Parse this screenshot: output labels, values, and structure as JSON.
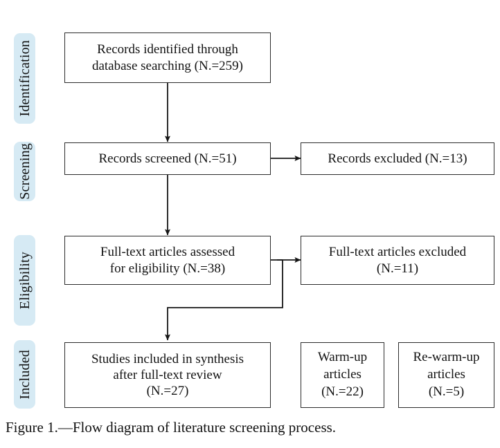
{
  "figure": {
    "caption": "Figure 1.—Flow diagram of literature screening process.",
    "accent_color": "#d6eaf4",
    "box_border_color": "#2b2b2b",
    "text_color": "#121212",
    "background_color": "#ffffff"
  },
  "phases": [
    {
      "id": "identification",
      "label": "Identification"
    },
    {
      "id": "screening",
      "label": "Screening"
    },
    {
      "id": "eligibility",
      "label": "Eligibility"
    },
    {
      "id": "included",
      "label": "Included"
    }
  ],
  "boxes": {
    "records_identified": {
      "text": "Records identified through\ndatabase searching (N.=259)",
      "count": 259
    },
    "records_screened": {
      "text": "Records screened (N.=51)",
      "count": 51
    },
    "records_excluded": {
      "text": "Records excluded (N.=13)",
      "count": 13
    },
    "fulltext_assessed": {
      "text": "Full-text articles assessed\nfor eligibility (N.=38)",
      "count": 38
    },
    "fulltext_excluded": {
      "text": "Full-text articles excluded\n(N.=11)",
      "count": 11
    },
    "studies_included": {
      "text": "Studies included in synthesis\nafter full-text review\n(N.=27)",
      "count": 27
    },
    "warmup_articles": {
      "text": "Warm-up\narticles\n(N.=22)",
      "count": 22
    },
    "rewarmup_articles": {
      "text": "Re-warm-up\narticles\n(N.=5)",
      "count": 5
    }
  },
  "chart_data": {
    "type": "diagram",
    "title": "Flow diagram of literature screening process",
    "diagram_kind": "PRISMA flow diagram",
    "nodes": [
      {
        "id": "records_identified",
        "phase": "Identification",
        "label": "Records identified through database searching",
        "n": 259
      },
      {
        "id": "records_screened",
        "phase": "Screening",
        "label": "Records screened",
        "n": 51
      },
      {
        "id": "records_excluded",
        "phase": "Screening",
        "label": "Records excluded",
        "n": 13
      },
      {
        "id": "fulltext_assessed",
        "phase": "Eligibility",
        "label": "Full-text articles assessed for eligibility",
        "n": 38
      },
      {
        "id": "fulltext_excluded",
        "phase": "Eligibility",
        "label": "Full-text articles excluded",
        "n": 11
      },
      {
        "id": "studies_included",
        "phase": "Included",
        "label": "Studies included in synthesis after full-text review",
        "n": 27
      },
      {
        "id": "warmup_articles",
        "phase": "Included",
        "label": "Warm-up articles",
        "n": 22
      },
      {
        "id": "rewarmup_articles",
        "phase": "Included",
        "label": "Re-warm-up articles",
        "n": 5
      }
    ],
    "edges": [
      {
        "from": "records_identified",
        "to": "records_screened",
        "direction": "down"
      },
      {
        "from": "records_screened",
        "to": "records_excluded",
        "direction": "right"
      },
      {
        "from": "records_screened",
        "to": "fulltext_assessed",
        "direction": "down"
      },
      {
        "from": "fulltext_assessed",
        "to": "fulltext_excluded",
        "direction": "right"
      },
      {
        "from": "fulltext_assessed",
        "to": "studies_included",
        "direction": "elbow-down"
      }
    ]
  }
}
